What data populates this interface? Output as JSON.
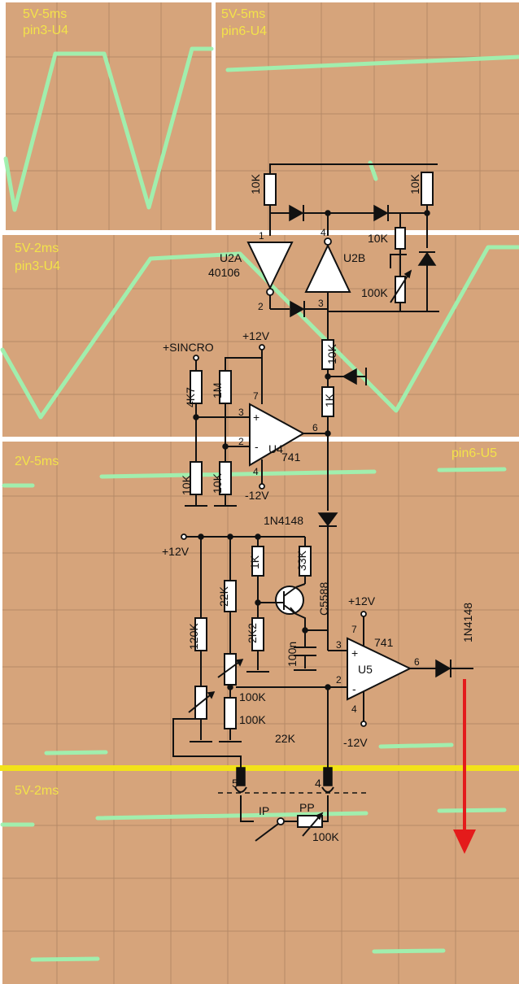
{
  "scope_panels": [
    {
      "id": "p1",
      "lines": [
        "5V-5ms",
        "pin3-U4"
      ]
    },
    {
      "id": "p2",
      "lines": [
        "5V-5ms",
        "pin6-U4"
      ]
    },
    {
      "id": "p3",
      "lines": [
        "5V-2ms",
        "pin3-U4"
      ]
    },
    {
      "id": "p4",
      "lines": [
        "2V-5ms"
      ],
      "right_label": "pin6-U5"
    },
    {
      "id": "p5",
      "lines": [
        "5V-2ms"
      ]
    }
  ],
  "labels": {
    "r_top_left": "10K",
    "r_top_right": "10K",
    "r_mid": "10K",
    "pot_top": "100K",
    "u2a": "U2A",
    "u2a_part": "40106",
    "u2b": "U2B",
    "sincro": "+SINCRO",
    "r4k7": "4K7",
    "r1m": "1M",
    "vcc_u4": "+12V",
    "u4": "U4",
    "u4_part": "741",
    "r10k_a": "10K",
    "r1k": "1K",
    "r10k_b": "10K",
    "r10k_c": "10K",
    "vee_u4": "-12V",
    "diode1": "1N4148",
    "vcc_u5_left": "+12V",
    "r1k_b": "1K",
    "r33k": "33K",
    "r22k": "22K",
    "transistor": "C5588",
    "r120k": "120K",
    "r2k2": "2K2",
    "cap": "100n",
    "vcc_u5": "+12V",
    "u5": "U5",
    "u5_part": "741",
    "diode2": "1N4148",
    "pot_b": "100K",
    "r100k": "100K",
    "r22k_b": "22K",
    "vee_u5": "-12V",
    "sw_ip": "IP",
    "sw_pp": "PP",
    "pot_pp": "100K",
    "pin_1": "1",
    "pin_2": "2",
    "pin_3": "3",
    "pin_4": "4",
    "u4_p7": "7",
    "u4_p3": "3",
    "u4_p2": "2",
    "u4_p6": "6",
    "u4_p4": "4",
    "u4_plus": "+",
    "u4_minus": "-",
    "u5_p7": "7",
    "u5_p3": "3",
    "u5_p2": "2",
    "u5_p6": "6",
    "u5_p4": "4",
    "u5_plus": "+",
    "u5_minus": "-",
    "sw5": "5",
    "sw4": "4"
  },
  "colors": {
    "panel": "#d6a47b",
    "trace": "#9ef2b0",
    "caption": "#f3e34a",
    "separator": "#f2e21a",
    "arrow": "#e41b1b",
    "grid": "#b58a67"
  }
}
